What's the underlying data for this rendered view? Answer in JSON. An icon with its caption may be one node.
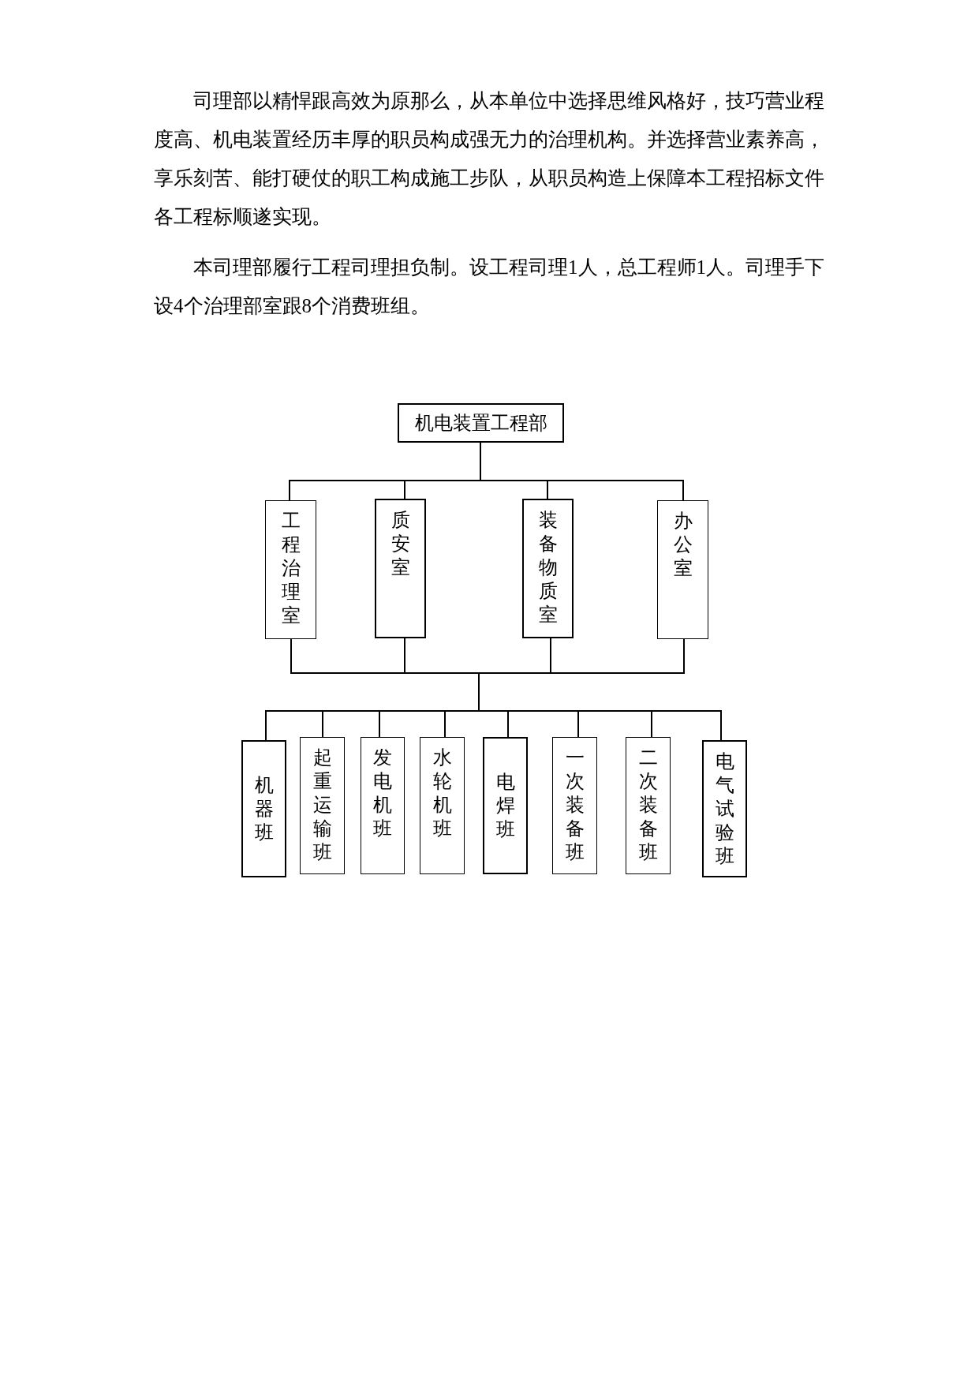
{
  "diagram": {
    "nodes": [
      {
        "text": [
          "机电装置工程部"
        ]
      },
      {
        "text": [
          "工程治理室"
        ]
      },
      {
        "text": [
          "质安室"
        ]
      },
      {
        "text": [
          "装备物质室"
        ]
      },
      {
        "text": [
          "办公室"
        ]
      },
      {
        "text": [
          "机器班"
        ]
      },
      {
        "text": [
          "起重运输班"
        ]
      },
      {
        "text": [
          "发电机班"
        ]
      },
      {
        "text": [
          "水轮机班"
        ]
      },
      {
        "text": [
          "电焊班"
        ]
      },
      {
        "text": [
          "一次装备班"
        ]
      },
      {
        "text": [
          "二次装备班"
        ]
      },
      {
        "text": [
          "电气试验班"
        ]
      }
    ],
    "edges": [
      {
        "from": 0,
        "to": 1,
        "arrow": "none"
      },
      {
        "from": 0,
        "to": 2,
        "arrow": "none"
      },
      {
        "from": 0,
        "to": 3,
        "arrow": "none"
      },
      {
        "from": 0,
        "to": 4,
        "arrow": "none"
      },
      {
        "from": 1,
        "to": 5,
        "arrow": "none"
      },
      {
        "from": 1,
        "to": 6,
        "arrow": "none"
      },
      {
        "from": 1,
        "to": 7,
        "arrow": "none"
      },
      {
        "from": 1,
        "to": 8,
        "arrow": "none"
      },
      {
        "from": 1,
        "to": 9,
        "arrow": "none"
      },
      {
        "from": 1,
        "to": 10,
        "arrow": "none"
      },
      {
        "from": 1,
        "to": 11,
        "arrow": "none"
      },
      {
        "from": 1,
        "to": 12,
        "arrow": "none"
      },
      {
        "from": 2,
        "to": 5,
        "arrow": "none"
      },
      {
        "from": 2,
        "to": 6,
        "arrow": "none"
      },
      {
        "from": 2,
        "to": 7,
        "arrow": "none"
      },
      {
        "from": 2,
        "to": 8,
        "arrow": "none"
      },
      {
        "from": 2,
        "to": 9,
        "arrow": "none"
      },
      {
        "from": 2,
        "to": 10,
        "arrow": "none"
      },
      {
        "from": 2,
        "to": 11,
        "arrow": "none"
      },
      {
        "from": 2,
        "to": 12,
        "arrow": "none"
      },
      {
        "from": 3,
        "to": 5,
        "arrow": "none"
      },
      {
        "from": 3,
        "to": 6,
        "arrow": "none"
      },
      {
        "from": 3,
        "to": 7,
        "arrow": "none"
      },
      {
        "from": 3,
        "to": 8,
        "arrow": "none"
      },
      {
        "from": 3,
        "to": 9,
        "arrow": "none"
      },
      {
        "from": 3,
        "to": 10,
        "arrow": "none"
      },
      {
        "from": 3,
        "to": 11,
        "arrow": "none"
      },
      {
        "from": 3,
        "to": 12,
        "arrow": "none"
      },
      {
        "from": 4,
        "to": 5,
        "arrow": "none"
      },
      {
        "from": 4,
        "to": 6,
        "arrow": "none"
      },
      {
        "from": 4,
        "to": 7,
        "arrow": "none"
      },
      {
        "from": 4,
        "to": 8,
        "arrow": "none"
      },
      {
        "from": 4,
        "to": 9,
        "arrow": "none"
      },
      {
        "from": 4,
        "to": 10,
        "arrow": "none"
      },
      {
        "from": 4,
        "to": 11,
        "arrow": "none"
      },
      {
        "from": 4,
        "to": 12,
        "arrow": "none"
      }
    ],
    "labels": [
      "司理部以精悍跟高效为原那么，从本单位中选择思维风格好，技巧营业程度高、机电装置经历丰厚的职员构成强无力的治理机构。并选择营业素养高，享乐刻苦、能打硬仗的职工构成施工步队，从职员构造上保障本工程招标文件各工程标顺遂实现。",
      "本司理部履行工程司理担负制。设工程司理1人，总工程师1人。司理手下设4个治理部室跟8个消费班组。"
    ]
  }
}
